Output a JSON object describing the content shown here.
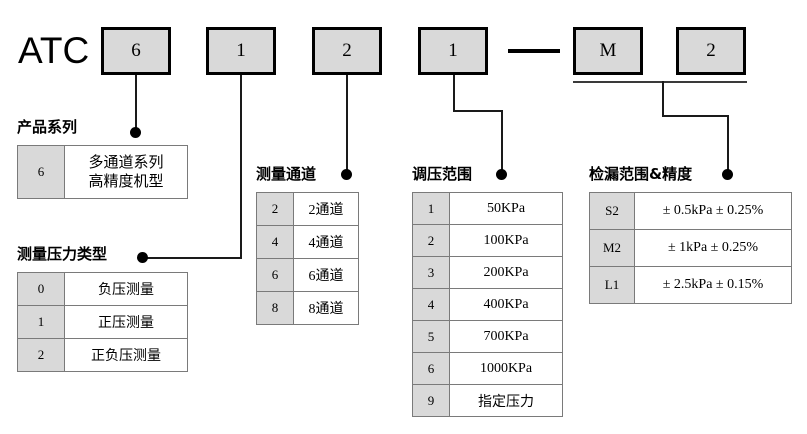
{
  "diagram": {
    "title_prefix": "ATC",
    "code_boxes": [
      {
        "name": "series",
        "value": "6"
      },
      {
        "name": "pressure-type",
        "value": "1"
      },
      {
        "name": "channels",
        "value": "2"
      },
      {
        "name": "pressure-range",
        "value": "1"
      },
      {
        "name": "separator",
        "value": "—"
      },
      {
        "name": "leak-range-letter",
        "value": "M"
      },
      {
        "name": "leak-range-digit",
        "value": "2"
      }
    ],
    "sections": [
      {
        "id": "product-series",
        "heading": "产品系列",
        "rows": [
          {
            "code": "6",
            "desc_line1": "多通道系列",
            "desc_line2": "高精度机型"
          }
        ]
      },
      {
        "id": "measure-pressure-type",
        "heading": "测量压力类型",
        "rows": [
          {
            "code": "0",
            "desc": "负压测量"
          },
          {
            "code": "1",
            "desc": "正压测量"
          },
          {
            "code": "2",
            "desc": "正负压测量"
          }
        ]
      },
      {
        "id": "measure-channels",
        "heading": "测量通道",
        "rows": [
          {
            "code": "2",
            "desc": "2通道"
          },
          {
            "code": "4",
            "desc": "4通道"
          },
          {
            "code": "6",
            "desc": "6通道"
          },
          {
            "code": "8",
            "desc": "8通道"
          }
        ]
      },
      {
        "id": "pressure-adjust-range",
        "heading": "调压范围",
        "rows": [
          {
            "code": "1",
            "desc": "50KPa"
          },
          {
            "code": "2",
            "desc": "100KPa"
          },
          {
            "code": "3",
            "desc": "200KPa"
          },
          {
            "code": "4",
            "desc": "400KPa"
          },
          {
            "code": "5",
            "desc": "700KPa"
          },
          {
            "code": "6",
            "desc": "1000KPa"
          },
          {
            "code": "9",
            "desc": "指定压力"
          }
        ]
      },
      {
        "id": "leak-range-accuracy",
        "heading": "检漏范围&精度",
        "rows": [
          {
            "code": "S2",
            "desc": "± 0.5kPa  ± 0.25%"
          },
          {
            "code": "M2",
            "desc": "± 1kPa  ± 0.25%"
          },
          {
            "code": "L1",
            "desc": "± 2.5kPa  ± 0.15%"
          }
        ]
      }
    ],
    "colors": {
      "box_fill": "#d9d9d9",
      "box_border": "#000000",
      "cell_border": "#7a7a7a",
      "line": "#1a1a1a",
      "background": "#ffffff"
    }
  }
}
